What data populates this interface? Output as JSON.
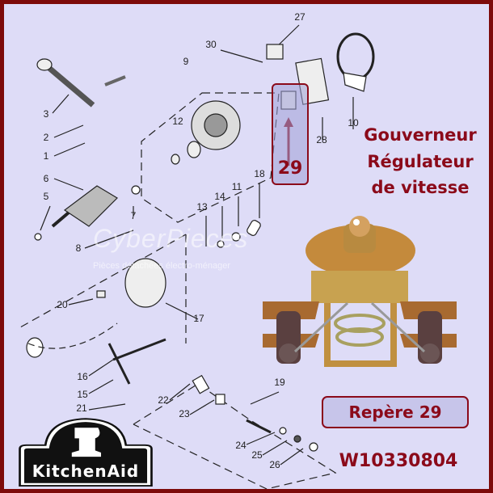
{
  "title_lines": [
    "Gouverneur",
    "Régulateur",
    "de vitesse"
  ],
  "highlight_label": "29",
  "repere_label": "Repère 29",
  "part_number": "W10330804",
  "brand": "KitchenAid",
  "watermark": {
    "name": "CyberPieces",
    "tagline": "Pièces détachées électro-ménager"
  },
  "callouts": [
    "1",
    "2",
    "3",
    "5",
    "6",
    "7",
    "8",
    "9",
    "10",
    "11",
    "12",
    "13",
    "14",
    "15",
    "16",
    "17",
    "18",
    "19",
    "20",
    "21",
    "22",
    "23",
    "24",
    "25",
    "26",
    "27",
    "28",
    "30"
  ],
  "colors": {
    "border": "#7d0a0a",
    "accent": "#8b0a1a",
    "background": "#dedcf7"
  }
}
